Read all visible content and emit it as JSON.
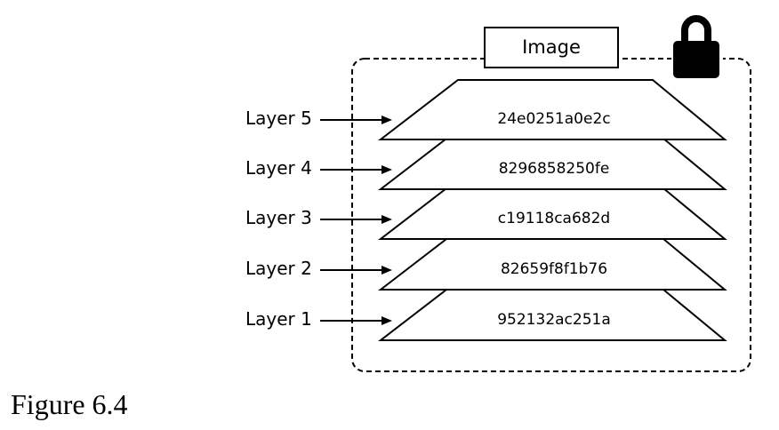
{
  "image_label": "Image",
  "layers": [
    {
      "name": "Layer 5",
      "hash": "24e0251a0e2c"
    },
    {
      "name": "Layer 4",
      "hash": "8296858250fe"
    },
    {
      "name": "Layer 3",
      "hash": "c19118ca682d"
    },
    {
      "name": "Layer 2",
      "hash": "82659f8f1b76"
    },
    {
      "name": "Layer 1",
      "hash": "952132ac251a"
    }
  ],
  "icons": {
    "lock": "lock-icon"
  },
  "caption": "Figure 6.4",
  "colors": {
    "stroke": "#000000",
    "background": "#ffffff"
  }
}
